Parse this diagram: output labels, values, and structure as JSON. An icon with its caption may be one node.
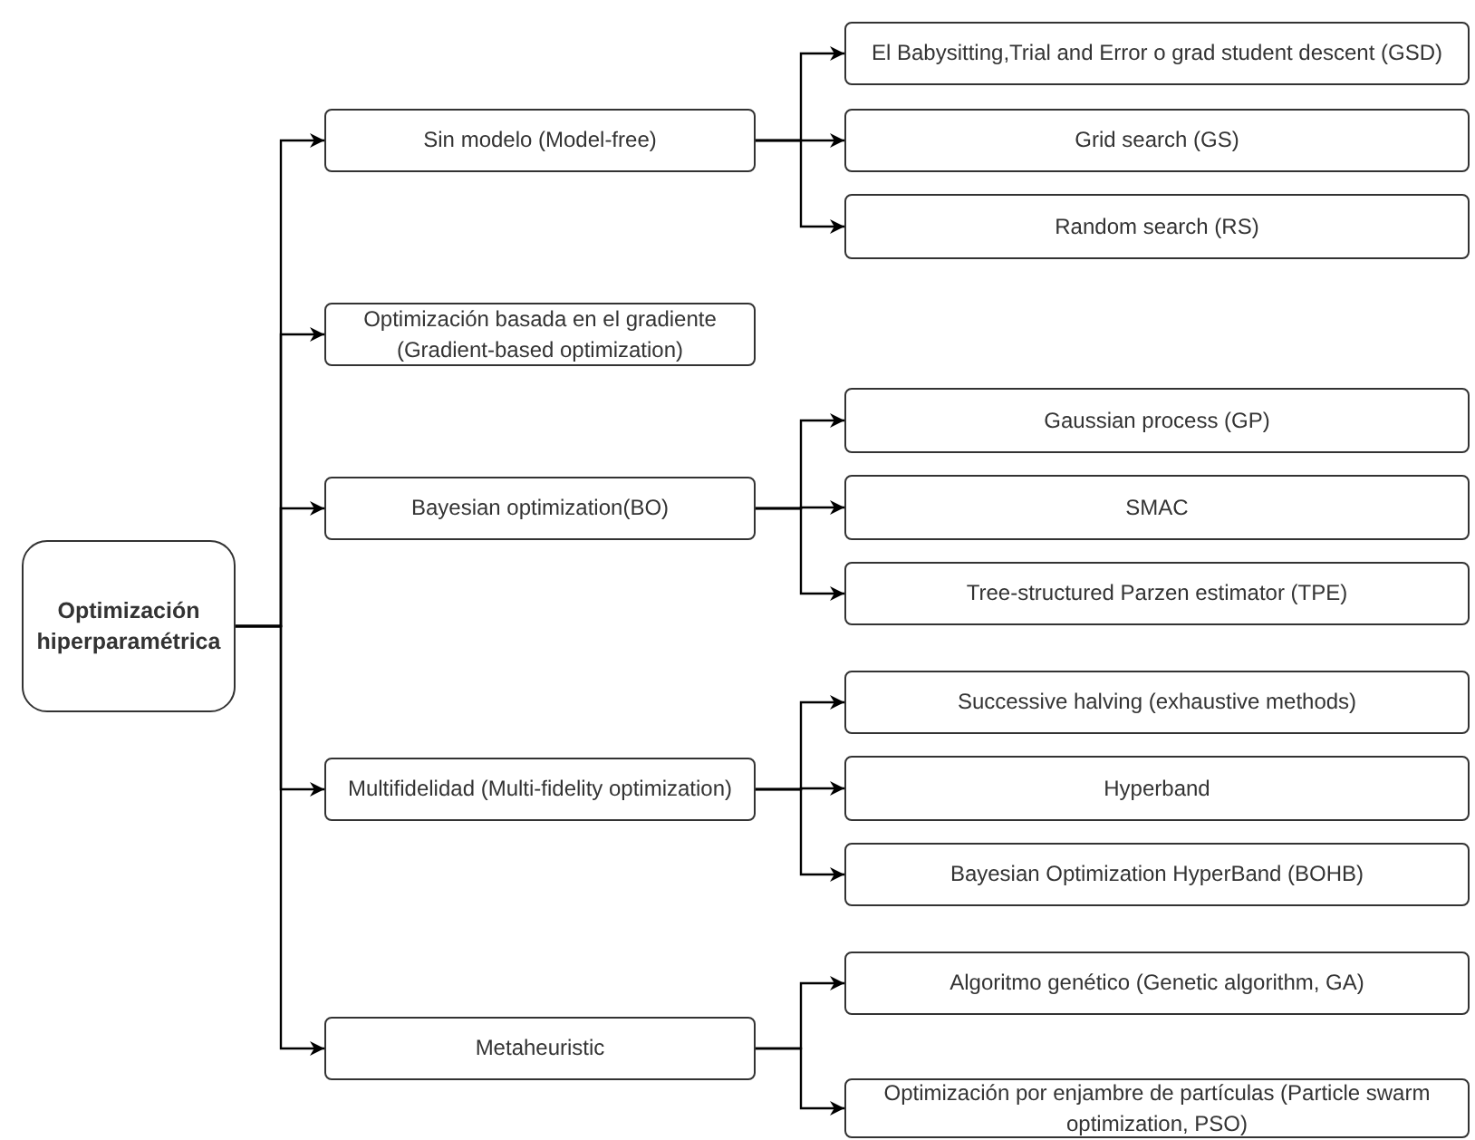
{
  "diagram": {
    "nodes": [
      {
        "text": [
          "Optimización hiperparamétrica"
        ]
      },
      {
        "text": [
          "Sin modelo (Model-free)"
        ]
      },
      {
        "text": [
          "El Babysitting,Trial and Error o grad student descent (GSD)"
        ]
      },
      {
        "text": [
          "Grid search (GS)"
        ]
      },
      {
        "text": [
          "Random search (RS)"
        ]
      },
      {
        "text": [
          "Optimización basada en el gradiente (Gradient-based optimization)"
        ]
      },
      {
        "text": [
          "Bayesian optimization(BO)"
        ]
      },
      {
        "text": [
          "Gaussian process (GP)"
        ]
      },
      {
        "text": [
          "SMAC"
        ]
      },
      {
        "text": [
          "Tree-structured Parzen estimator (TPE)"
        ]
      },
      {
        "text": [
          "Multifidelidad (Multi-fidelity optimization)"
        ]
      },
      {
        "text": [
          "Successive halving (exhaustive methods)"
        ]
      },
      {
        "text": [
          "Hyperband"
        ]
      },
      {
        "text": [
          "Bayesian Optimization HyperBand (BOHB)"
        ]
      },
      {
        "text": [
          "Metaheuristic"
        ]
      },
      {
        "text": [
          "Algoritmo genético (Genetic algorithm, GA)"
        ]
      },
      {
        "text": [
          "Optimización por enjambre de partículas (Particle swarm optimization, PSO)"
        ]
      }
    ],
    "edges": [
      {
        "from": 0,
        "to": 1,
        "arrow": "to"
      },
      {
        "from": 1,
        "to": 2,
        "arrow": "to"
      },
      {
        "from": 1,
        "to": 3,
        "arrow": "to"
      },
      {
        "from": 1,
        "to": 4,
        "arrow": "to"
      },
      {
        "from": 0,
        "to": 5,
        "arrow": "to"
      },
      {
        "from": 0,
        "to": 6,
        "arrow": "to"
      },
      {
        "from": 6,
        "to": 7,
        "arrow": "to"
      },
      {
        "from": 6,
        "to": 8,
        "arrow": "to"
      },
      {
        "from": 6,
        "to": 9,
        "arrow": "to"
      },
      {
        "from": 0,
        "to": 10,
        "arrow": "to"
      },
      {
        "from": 10,
        "to": 11,
        "arrow": "to"
      },
      {
        "from": 10,
        "to": 12,
        "arrow": "to"
      },
      {
        "from": 10,
        "to": 13,
        "arrow": "to"
      },
      {
        "from": 0,
        "to": 14,
        "arrow": "to"
      },
      {
        "from": 14,
        "to": 15,
        "arrow": "to"
      },
      {
        "from": 14,
        "to": 16,
        "arrow": "to"
      }
    ]
  }
}
